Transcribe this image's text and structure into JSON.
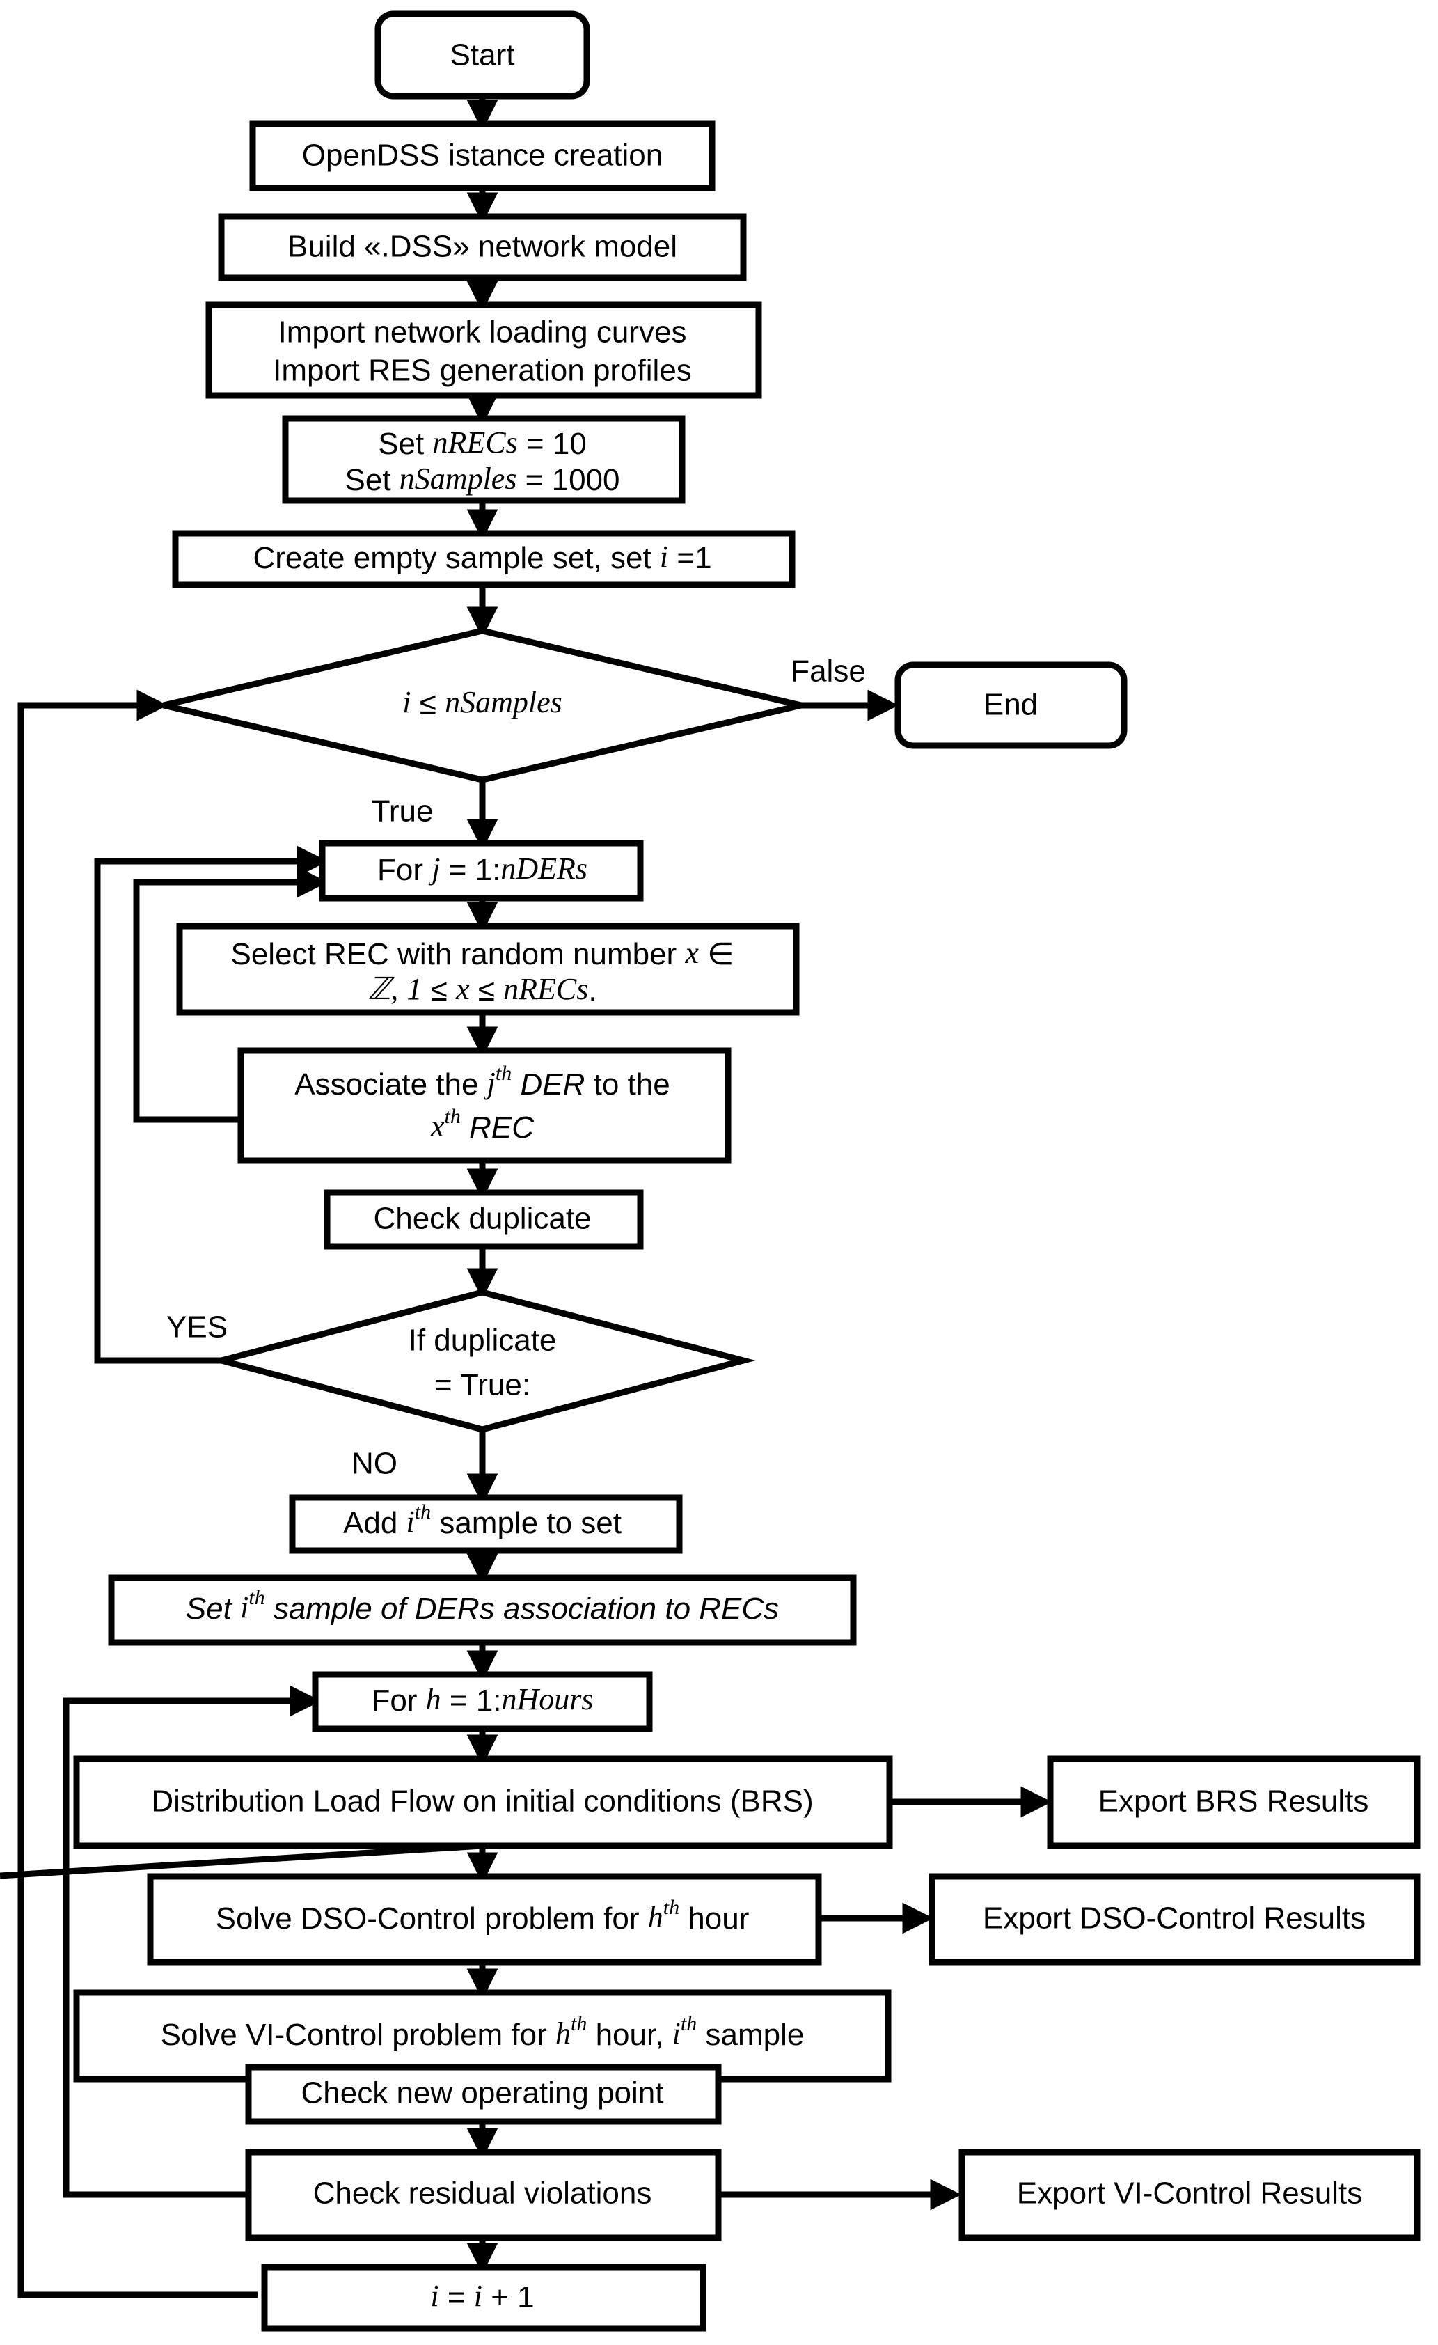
{
  "diagram": {
    "title": "Monte Carlo REC-DER association and control simulation flowchart",
    "colors": {
      "background": "#ffffff",
      "stroke": "#000000",
      "fill": "#ffffff"
    }
  },
  "nodes": {
    "start": {
      "label": "Start",
      "shape": "terminator"
    },
    "opendss": {
      "label": "OpenDSS istance creation",
      "shape": "process"
    },
    "build_model": {
      "label": "Build «.DSS» network model",
      "shape": "process"
    },
    "import_curves": {
      "line1": "Import network loading curves",
      "line2": "Import RES generation profiles",
      "shape": "process"
    },
    "set_params": {
      "line1_pre": "Set ",
      "line1_var": "nRECs",
      "line1_post": " = 10",
      "line2_pre": "Set ",
      "line2_var": "nSamples",
      "line2_post": " = 1000",
      "shape": "process"
    },
    "create_set": {
      "pre": "Create empty sample set, set ",
      "var": "i",
      "post": " =1",
      "shape": "process"
    },
    "decision_samples": {
      "var_i": "i",
      "operator": "≤",
      "var_n": "nSamples",
      "shape": "decision"
    },
    "end": {
      "label": "End",
      "shape": "terminator"
    },
    "for_j": {
      "pre": "For ",
      "var_j": "j",
      "mid": " = 1:",
      "var_n": "nDERs",
      "shape": "process"
    },
    "select_rec": {
      "line1_pre": "Select REC with random number ",
      "line1_var": "x",
      "line1_post": " ∈",
      "line2_set": "ℤ,",
      "line2_one": "1",
      "line2_op1": "≤",
      "line2_x": "x",
      "line2_op2": "≤",
      "line2_n": "nRECs",
      "line2_end": ".",
      "shape": "process"
    },
    "associate": {
      "line1_pre": "Associate the ",
      "line1_var": "j",
      "line1_sup": "th",
      "line1_mid": " DER",
      "line1_post": " to the",
      "line2_var": "x",
      "line2_sup": "th",
      "line2_post": " REC",
      "shape": "process"
    },
    "check_duplicate": {
      "label": "Check duplicate",
      "shape": "process"
    },
    "decision_duplicate": {
      "line1": "If duplicate",
      "line2": "= True:",
      "shape": "decision"
    },
    "add_sample": {
      "pre": "Add ",
      "var": "i",
      "sup": "th",
      "post": " sample to set",
      "shape": "process"
    },
    "set_sample": {
      "pre": "Set ",
      "var": "i",
      "sup": "th",
      "mid": " sample of ",
      "var2": "DERs",
      "mid2": " association to ",
      "var3": "RECs",
      "shape": "process"
    },
    "for_h": {
      "pre": "For ",
      "var_h": "h",
      "mid": " = 1:",
      "var_n": "nHours",
      "shape": "process"
    },
    "dist_load_flow": {
      "label": "Distribution Load Flow on initial conditions (BRS)",
      "shape": "process"
    },
    "export_brs": {
      "label": "Export BRS Results",
      "shape": "process"
    },
    "solve_dso": {
      "pre": "Solve DSO-Control problem for ",
      "var": "h",
      "sup": "th",
      "post": " hour",
      "shape": "process"
    },
    "export_dso": {
      "label": "Export DSO-Control Results",
      "shape": "process"
    },
    "solve_vi": {
      "pre": "Solve VI-Control problem for ",
      "var": "h",
      "sup": "th",
      "mid": " hour, ",
      "var2": "i",
      "sup2": "th",
      "post": " sample",
      "shape": "process"
    },
    "check_op_point": {
      "label": "Check new operating point",
      "shape": "process"
    },
    "check_residual": {
      "label": "Check residual violations",
      "shape": "process"
    },
    "export_vi": {
      "label": "Export VI-Control Results",
      "shape": "process"
    },
    "increment": {
      "var1": "i",
      "eq": " = ",
      "var2": "i",
      "plus": " + 1",
      "shape": "process"
    }
  },
  "edge_labels": {
    "false": "False",
    "true": "True",
    "yes": "YES",
    "no": "NO"
  }
}
